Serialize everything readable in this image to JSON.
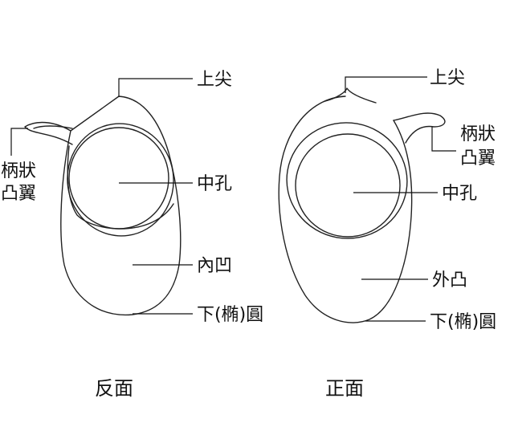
{
  "diagram": {
    "left": {
      "caption": "反面",
      "labels": {
        "top_tip": "上尖",
        "wing_line1": "柄狀",
        "wing_line2": "凸翼",
        "center_hole": "中孔",
        "concave": "內凹",
        "bottom": "下(椭)圓"
      }
    },
    "right": {
      "caption": "正面",
      "labels": {
        "top_tip": "上尖",
        "wing_line1": "柄狀",
        "wing_line2": "凸翼",
        "center_hole": "中孔",
        "convex": "外凸",
        "bottom": "下(椭)圓"
      }
    },
    "colors": {
      "stroke": "#222222",
      "background": "#ffffff"
    }
  }
}
